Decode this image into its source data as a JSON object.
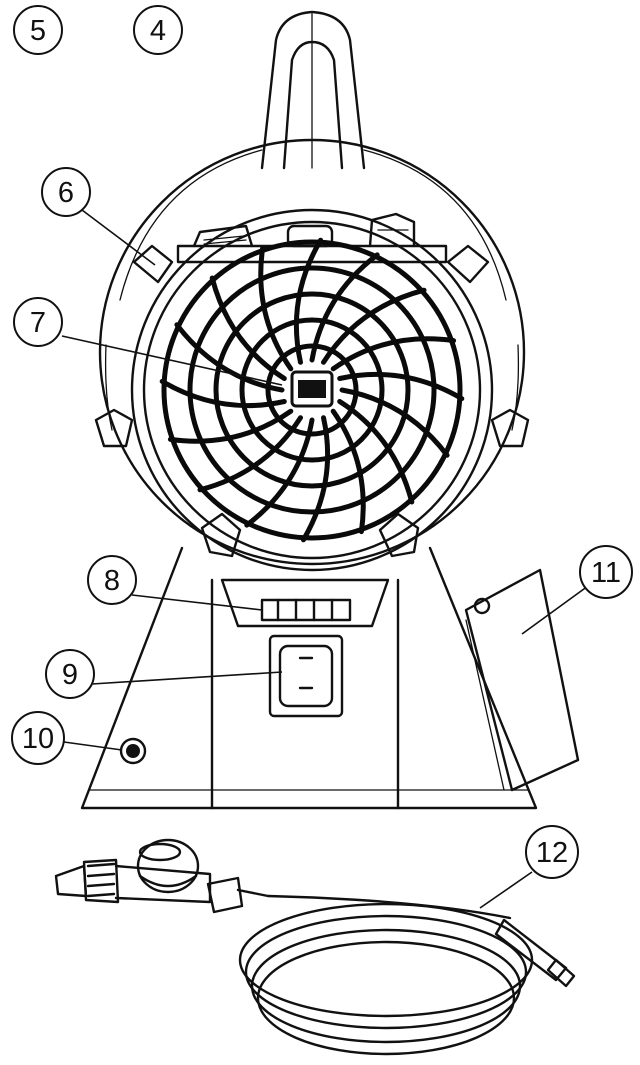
{
  "callouts": [
    {
      "id": "5",
      "label": "5"
    },
    {
      "id": "4",
      "label": "4"
    },
    {
      "id": "6",
      "label": "6"
    },
    {
      "id": "7",
      "label": "7"
    },
    {
      "id": "8",
      "label": "8"
    },
    {
      "id": "9",
      "label": "9"
    },
    {
      "id": "10",
      "label": "10"
    },
    {
      "id": "11",
      "label": "11"
    },
    {
      "id": "12",
      "label": "12"
    }
  ]
}
